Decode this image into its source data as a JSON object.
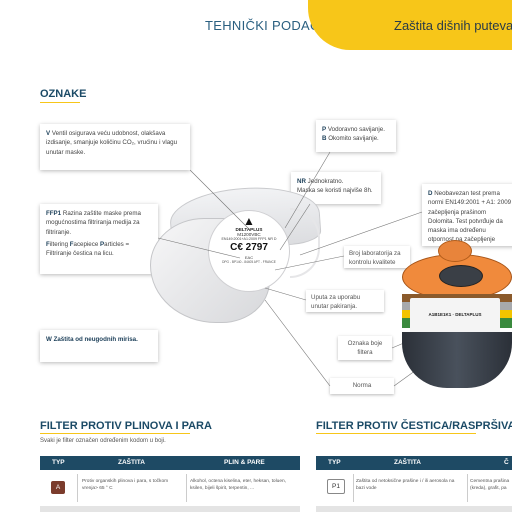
{
  "header": {
    "title": "TEHNIČKI PODACI",
    "band_title": "Zaštita dišnih puteva",
    "band_color": "#f7c619"
  },
  "oznake": {
    "title": "OZNAKE",
    "v_box": {
      "strong": "V",
      "text": " Ventil osigurava veću udobnost, olakšava izdisanje, smanjuje količinu CO₂, vrućinu i vlagu unutar maske."
    },
    "p_box": {
      "line1_strong": "P",
      "line1": " Vodoravno savijanje.",
      "line2_strong": "B",
      "line2": " Okomito savijanje."
    },
    "nr_box": {
      "strong": "NR",
      "text": " Jednokratno.",
      "line2": "Maska se koristi najviše 8h."
    },
    "d_box": {
      "strong": "D",
      "text": " Neobavezan test prema normi EN149:2001 + A1: 2009 začepljenja prašinom Dolomita. Test potvrđuje da maska ima određenu otpornost na začepljenje prašinom. Produžena mogućnost disanja."
    },
    "ffp1_box": {
      "strong": "FFP1",
      "text": " Razina zaštite maske prema mogućnostima filtriranja medija za filtriranje.",
      "line2_a": "F",
      "line2_b": "iltering ",
      "line2_c": "F",
      "line2_d": "acepiece ",
      "line2_e": "P",
      "line2_f": "articles = Filtriranje čestica na licu."
    },
    "w_box": {
      "strong": "W",
      "text": " Zaštita od neugodnih mirisa."
    },
    "callouts": {
      "lab": "Broj laboratorija za kontrolu kvalitete",
      "instructions": "Uputa za uporabu unutar pakiranja.",
      "color": "Oznaka boje filtera",
      "norm": "Norma"
    }
  },
  "mask_badge": {
    "logo": "▲",
    "brand": "DELTAPLUS",
    "model": "M1200VBC",
    "norm": "EN149:2001+A1:2009 FFP1 NR D",
    "ce": "C€ 2797",
    "row": "EAC",
    "small": "DPG - BP140 - 84405 APT - FRANCE"
  },
  "cartridge": {
    "label": "A1B1E1K1 · DELTAPLUS"
  },
  "gas_section": {
    "title": "FILTER PROTIV PLINOVA I PARA",
    "subtitle": "Svaki je filter označen određenim kodom u boji.",
    "headers": [
      "TYP",
      "ZAŠTITA",
      "PLIN & PARE"
    ],
    "row": {
      "type": "A",
      "type_color": "#7b3c2c",
      "protection": "Protiv organskih plinova i para, s točkom vrenja> 65 ° C",
      "gases": "Alkohol, octena kiselina, eter, heksan, toluen, ksilen, bijeli špirit, terpentin, ..."
    }
  },
  "particle_section": {
    "title": "FILTER PROTIV ČESTICA/RASPRŠIVAČA",
    "headers": [
      "TYP",
      "ZAŠTITA",
      "Č"
    ],
    "row": {
      "type": "P1",
      "protection": "Zaštita od netoksične prašine i / ili aerosola na bazi vode",
      "gases": "Cementna prašina (kreda), grafit, pa"
    }
  }
}
